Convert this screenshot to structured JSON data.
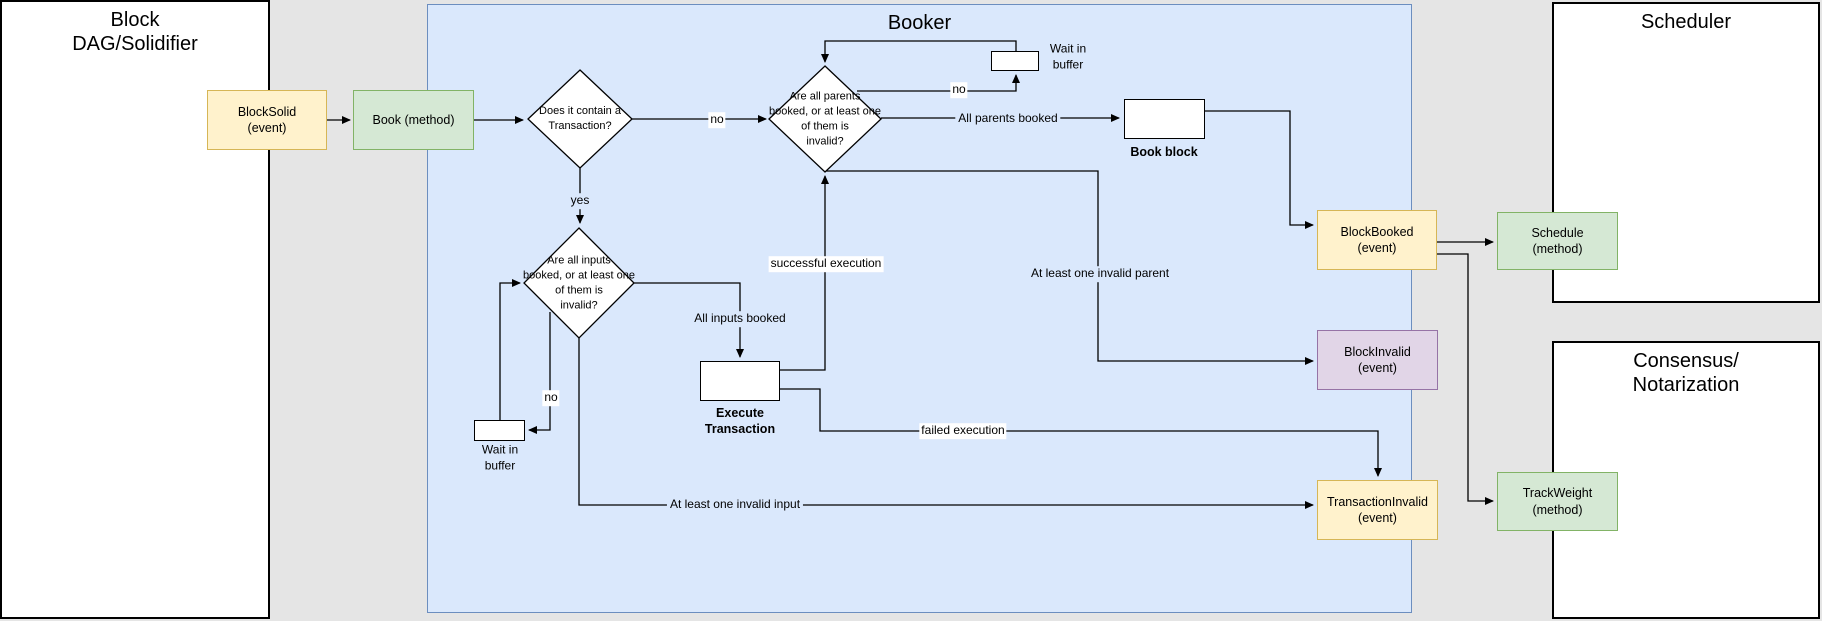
{
  "panels": {
    "block_dag": {
      "title": "Block\nDAG/Solidifier"
    },
    "booker": {
      "title": "Booker"
    },
    "scheduler": {
      "title": "Scheduler"
    },
    "consensus": {
      "title": "Consensus/\nNotarization"
    }
  },
  "nodes": {
    "block_solid": {
      "label": "BlockSolid\n(event)"
    },
    "book_method": {
      "label": "Book (method)"
    },
    "decision_transaction": {
      "label": "Does it contain a\nTransaction?"
    },
    "decision_parents": {
      "label": "Are all parents\nbooked, or at least one\nof them is\ninvalid?"
    },
    "decision_inputs": {
      "label": "Are all inputs\nbooked, or at least one\nof them is\ninvalid?"
    },
    "wait_buffer_top": {
      "label": "Wait in\nbuffer"
    },
    "book_block": {
      "label": "Book block"
    },
    "block_booked": {
      "label": "BlockBooked\n(event)"
    },
    "schedule_method": {
      "label": "Schedule\n(method)"
    },
    "block_invalid": {
      "label": "BlockInvalid\n(event)"
    },
    "execute_transaction": {
      "label": "Execute\nTransaction"
    },
    "wait_buffer_bottom": {
      "label": "Wait in\nbuffer"
    },
    "transaction_invalid": {
      "label": "TransactionInvalid\n(event)"
    },
    "track_weight": {
      "label": "TrackWeight\n(method)"
    }
  },
  "edge_labels": {
    "no_to_parents": "no",
    "no_to_wait_top": "no",
    "yes": "yes",
    "all_parents_booked": "All parents booked",
    "all_inputs_booked": "All inputs booked",
    "successful_execution": "successful execution",
    "failed_execution": "failed execution",
    "at_least_one_invalid_parent": "At least one invalid parent",
    "at_least_one_invalid_input": "At least one invalid input",
    "no_to_wait_bottom": "no"
  },
  "colors": {
    "background_gray": "#e5e5e5",
    "booker_fill": "#dae8fc",
    "booker_border": "#6c8ebf",
    "event_fill": "#fff2cc",
    "event_border": "#d6b656",
    "method_fill": "#d5e8d4",
    "method_border": "#82b366",
    "invalid_fill": "#e1d5e7",
    "invalid_border": "#9673a6",
    "line": "#000000"
  }
}
